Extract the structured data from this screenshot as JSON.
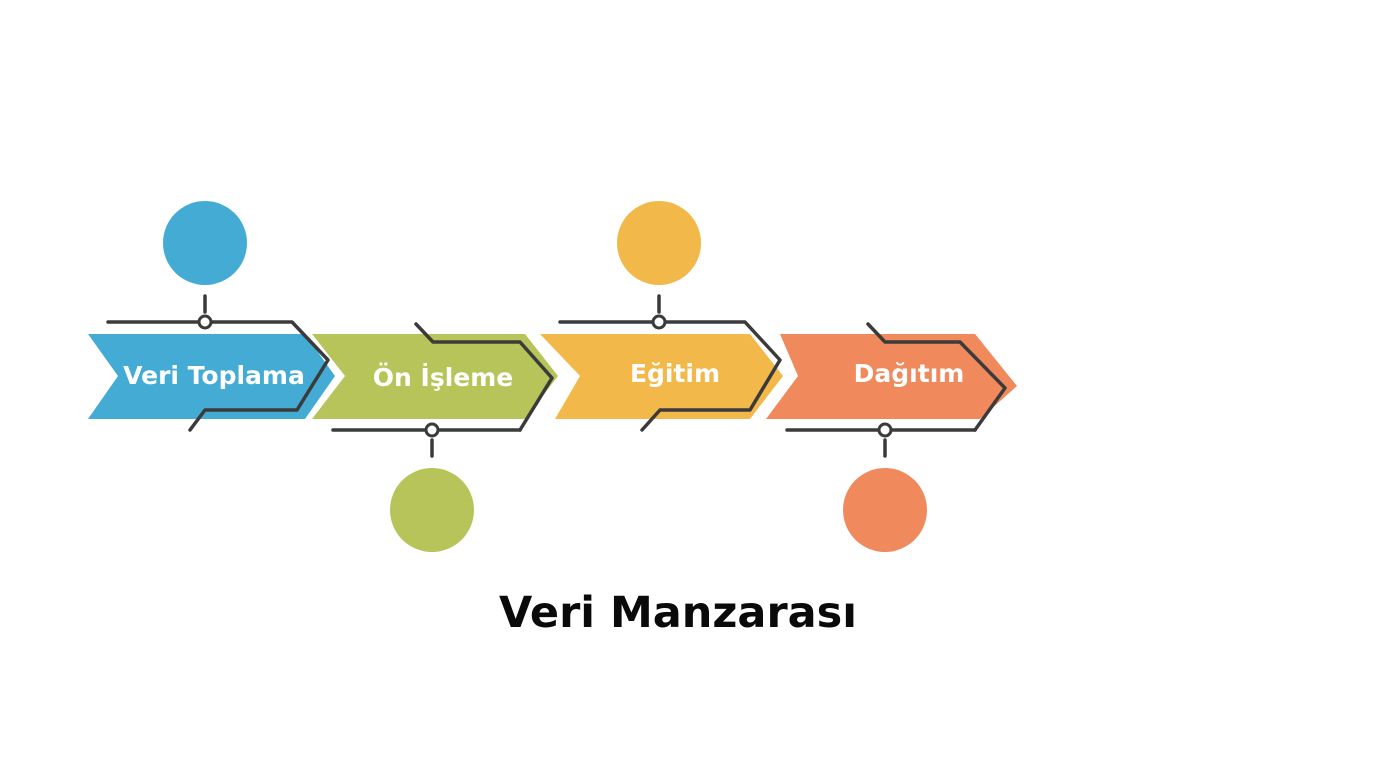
{
  "title": "Veri Manzarası",
  "steps": [
    {
      "label": "Veri Toplama",
      "color": "#44acd4",
      "marker": "top"
    },
    {
      "label": "Ön İşleme",
      "color": "#b6c45a",
      "marker": "bottom"
    },
    {
      "label": "Eğitim",
      "color": "#f2b94a",
      "marker": "top"
    },
    {
      "label": "Dağıtım",
      "color": "#f08a5d",
      "marker": "bottom"
    }
  ],
  "connector_color": "#3b3b3b"
}
